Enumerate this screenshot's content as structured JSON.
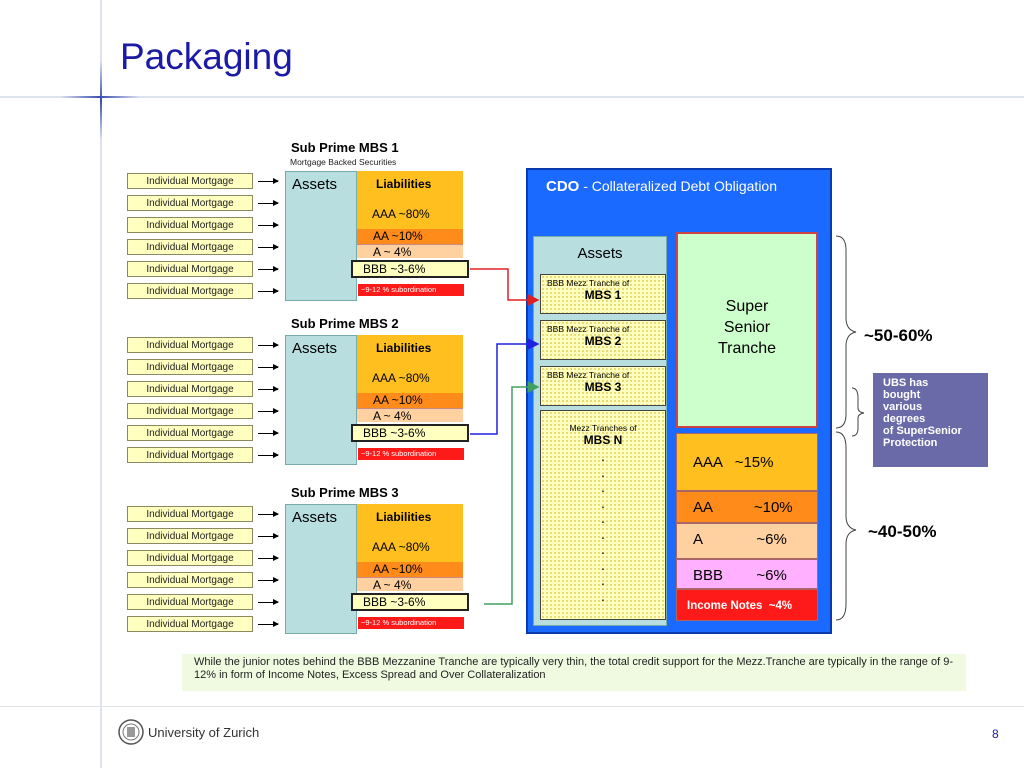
{
  "slide": {
    "title": "Packaging",
    "page_number": "8",
    "university": "University of Zurich"
  },
  "mbs_blocks": [
    {
      "title": "Sub Prime MBS 1",
      "subtitle": "Mortgage Backed Securities"
    },
    {
      "title": "Sub Prime MBS 2",
      "subtitle": ""
    },
    {
      "title": "Sub Prime MBS 3",
      "subtitle": ""
    }
  ],
  "mortgage_label": "Individual Mortgage",
  "mbs_labels": {
    "assets": "Assets",
    "liabilities": "Liabilities",
    "aaa": "AAA  ~80%",
    "aa": "AA    ~10%",
    "a": "A      ~ 4%",
    "bbb": "BBB    ~3-6%",
    "subordination": "~9-12 % subordination"
  },
  "cdo": {
    "title_bold": "CDO",
    "title_rest": " - Collateralized Debt Obligation",
    "assets": "Assets",
    "tranches_in": [
      {
        "small": "BBB Mezz Tranche of",
        "big": "MBS 1"
      },
      {
        "small": "BBB Mezz Tranche of",
        "big": "MBS 2"
      },
      {
        "small": "BBB Mezz Tranche of",
        "big": "MBS 3"
      },
      {
        "small": "Mezz Tranches of",
        "big": "MBS N"
      }
    ],
    "super_senior": "Super\nSenior\nTranche",
    "tranches_out": [
      {
        "label": "AAA   ~15%",
        "color": "#ffbf1f"
      },
      {
        "label": "AA          ~10%",
        "color": "#ff8c1a"
      },
      {
        "label": "A             ~6%",
        "color": "#ffd0a0"
      },
      {
        "label": "BBB        ~6%",
        "color": "#ffb0ff"
      },
      {
        "label": "Income Notes  ~4%",
        "color": "#ff1a1a"
      }
    ]
  },
  "braces": {
    "top": "~50-60%",
    "bottom": "~40-50%"
  },
  "ubs_box": "UBS has\nbought\nvarious\ndegrees\nof SuperSenior\nProtection",
  "note": "While the junior notes behind the BBB Mezzanine Tranche are typically very thin, the total credit support for the Mezz.Tranche are typically in the range of 9-12% in form of Income Notes, Excess Spread and Over Collateralization",
  "colors": {
    "title": "#1a1aa6",
    "cdo_blue": "#1a6aff",
    "arrow_mbs1": "#e02020",
    "arrow_mbs2": "#2020e0",
    "arrow_mbs3": "#40a060"
  }
}
